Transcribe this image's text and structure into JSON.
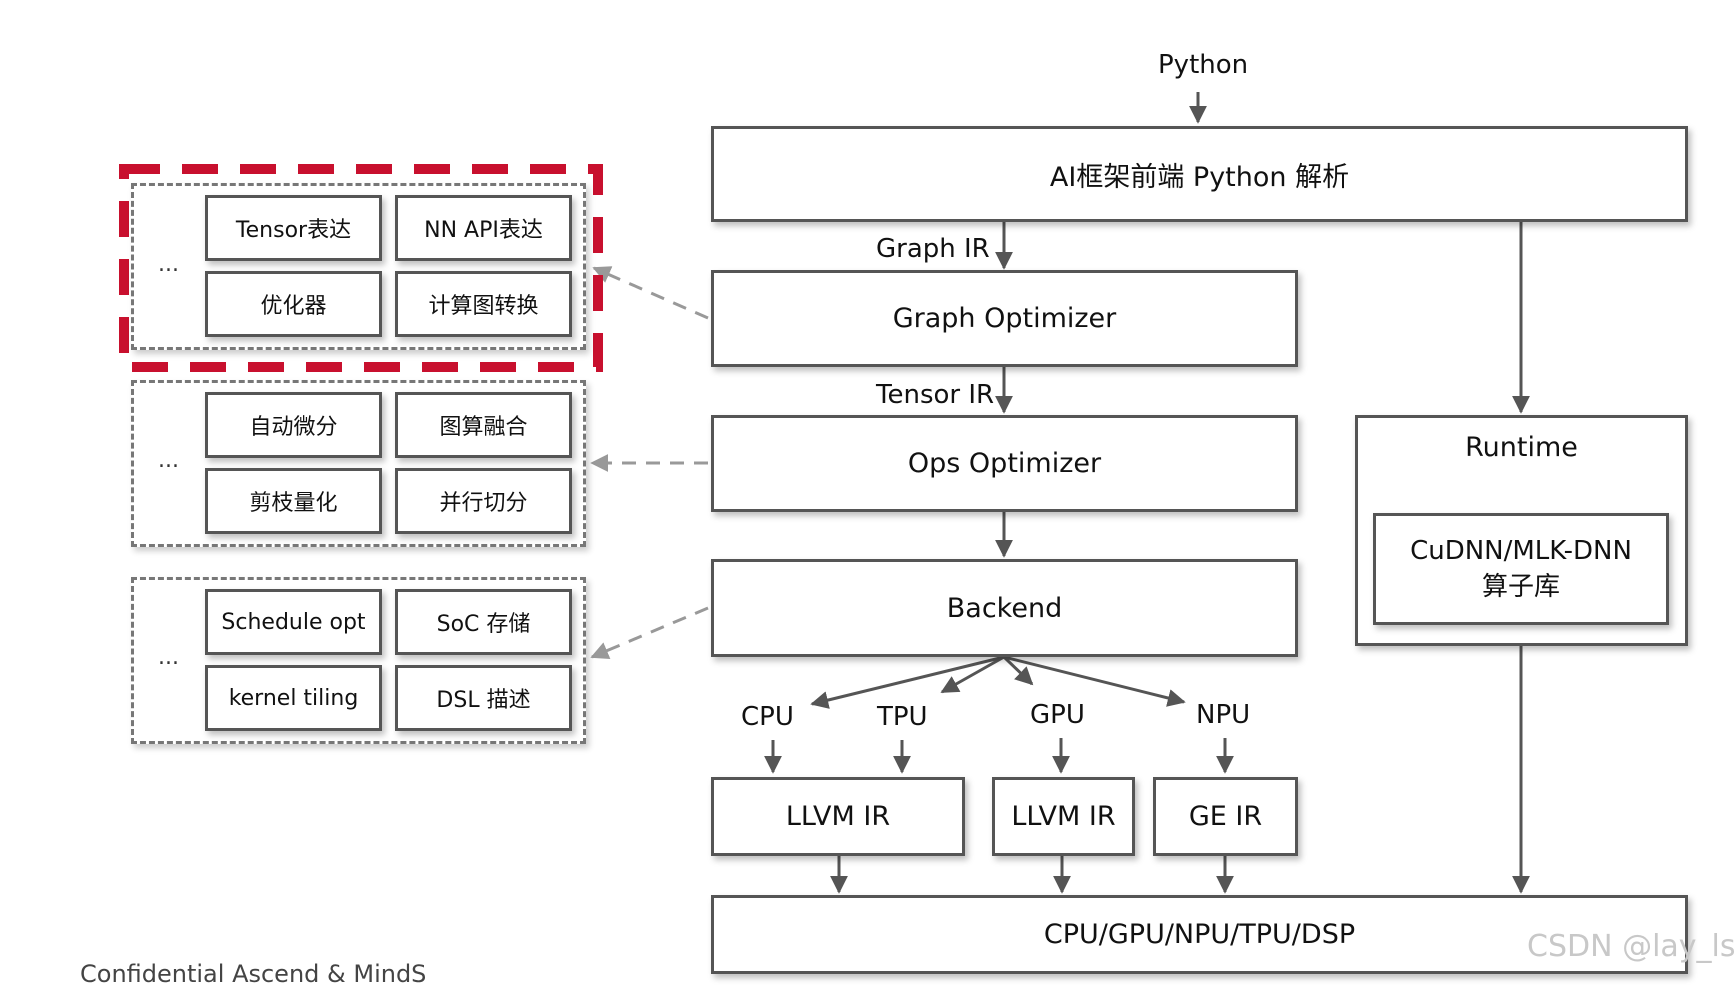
{
  "top_input": "Python",
  "frontend": "AI框架前端 Python 解析",
  "graph_ir": "Graph IR",
  "graph_optimizer": "Graph Optimizer",
  "tensor_ir": "Tensor IR",
  "ops_optimizer": "Ops Optimizer",
  "backend": "Backend",
  "targets": [
    "CPU",
    "TPU",
    "GPU",
    "NPU"
  ],
  "irs": [
    "LLVM IR",
    "LLVM IR",
    "GE IR"
  ],
  "hardware": "CPU/GPU/NPU/TPU/DSP",
  "runtime": {
    "title": "Runtime",
    "library_line1": "CuDNN/MLK-DNN",
    "library_line2": "算子库"
  },
  "groups": [
    {
      "dots": "...",
      "items": [
        "Tensor表达",
        "NN API表达",
        "优化器",
        "计算图转换"
      ],
      "highlighted": true
    },
    {
      "dots": "...",
      "items": [
        "自动微分",
        "图算融合",
        "剪枝量化",
        "并行切分"
      ],
      "highlighted": false
    },
    {
      "dots": "...",
      "items": [
        "Schedule opt",
        "SoC 存储",
        "kernel tiling",
        "DSL 描述"
      ],
      "highlighted": false
    }
  ],
  "watermark": "CSDN @lay_ls",
  "footer_text": "Confidential    Ascend & MindS",
  "colors": {
    "highlight": "#c8102e",
    "box_border": "#555555",
    "arrow": "#555555",
    "dash": "#888888"
  }
}
